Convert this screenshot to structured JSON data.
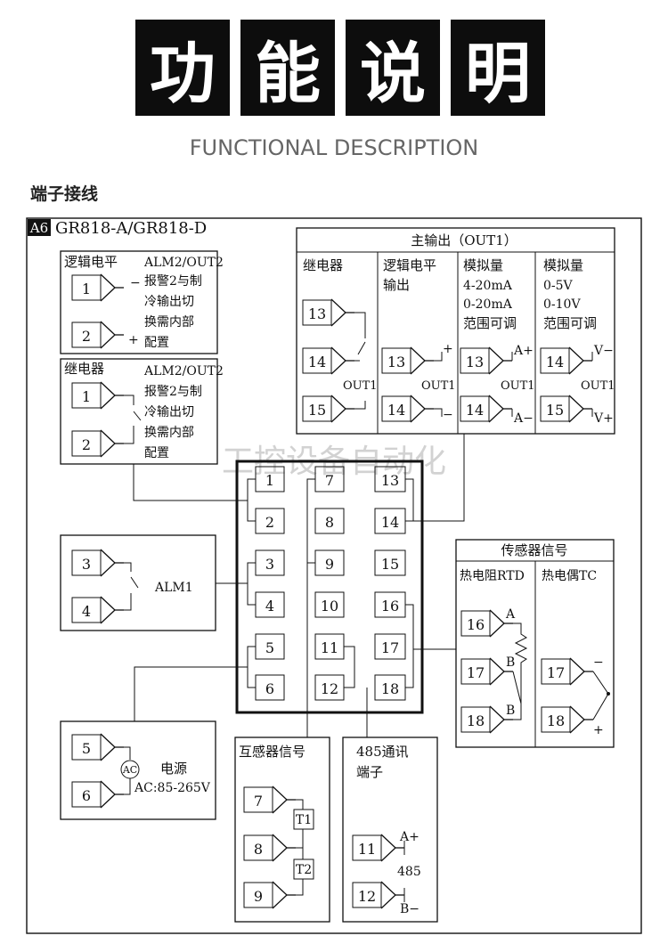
{
  "header": {
    "title_chars": [
      "功",
      "能",
      "说",
      "明"
    ],
    "subtitle": "FUNCTIONAL DESCRIPTION",
    "section": "端子接线"
  },
  "diagram": {
    "badge": "A6",
    "model": "GR818-A/GR818-D",
    "watermark": "工控设备自动化",
    "logic_level": {
      "title": "逻辑电平",
      "desc": [
        "ALM2/OUT2",
        "报警2与制",
        "冷输出切",
        "换需内部",
        "配置"
      ],
      "t1": "1",
      "t2": "2",
      "minus": "−",
      "plus": "+"
    },
    "relay_block": {
      "title": "继电器",
      "desc": [
        "ALM2/OUT2",
        "报警2与制",
        "冷输出切",
        "换需内部",
        "配置"
      ],
      "t1": "1",
      "t2": "2"
    },
    "main_output": {
      "title": "主输出（OUT1）",
      "relay": {
        "title": "继电器",
        "t13": "13",
        "t14": "14",
        "t15": "15",
        "out": "OUT1"
      },
      "logic": {
        "title": [
          "逻辑电平",
          "输出"
        ],
        "t13": "13",
        "t14": "14",
        "plus": "+",
        "minus": "−",
        "out": "OUT1"
      },
      "analog_ma": {
        "title": [
          "模拟量",
          "4-20mA",
          "0-20mA",
          "范围可调"
        ],
        "t13": "13",
        "t14": "14",
        "ap": "A+",
        "am": "A−",
        "out": "OUT1"
      },
      "analog_v": {
        "title": [
          "模拟量",
          "0-5V",
          "0-10V",
          "范围可调"
        ],
        "t14": "14",
        "t15": "15",
        "vm": "V−",
        "vp": "V+",
        "out": "OUT1"
      }
    },
    "terminal_block": [
      "1",
      "2",
      "3",
      "4",
      "5",
      "6",
      "7",
      "8",
      "9",
      "10",
      "11",
      "12",
      "13",
      "14",
      "15",
      "16",
      "17",
      "18"
    ],
    "alarm1": {
      "label": "ALM1",
      "t3": "3",
      "t4": "4"
    },
    "sensor": {
      "title": "传感器信号",
      "rtd": {
        "title": "热电阻RTD",
        "t16": "16",
        "t17": "17",
        "t18": "18",
        "a": "A",
        "b1": "B",
        "b2": "B"
      },
      "tc": {
        "title": "热电偶TC",
        "t17": "17",
        "t18": "18",
        "minus": "−",
        "plus": "+"
      }
    },
    "power": {
      "label": "电源",
      "spec": "AC:85-265V",
      "ac": "AC",
      "t5": "5",
      "t6": "6"
    },
    "ct": {
      "title": "互感器信号",
      "t7": "7",
      "t8": "8",
      "t9": "9",
      "ct1": "T1",
      "ct2": "T2"
    },
    "rs485": {
      "title": [
        "485通讯",
        "端子"
      ],
      "t11": "11",
      "t12": "12",
      "ap": "A+",
      "label": "485",
      "bm": "B−"
    }
  }
}
